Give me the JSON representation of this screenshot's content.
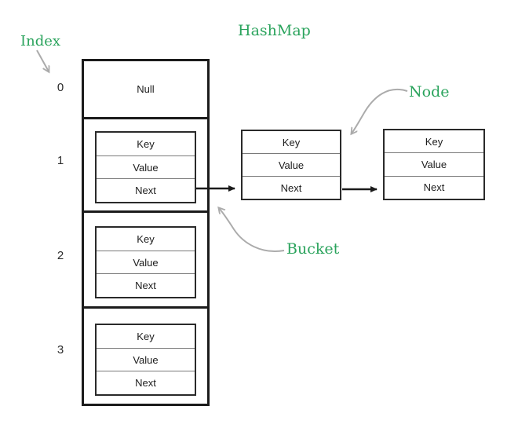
{
  "title": "HashMap",
  "labels": {
    "index": "Index",
    "node": "Node",
    "bucket": "Bucket"
  },
  "colors": {
    "accent_green": "#2aa35c",
    "arrow_gray": "#ababab",
    "line_black": "#1b1b1b"
  },
  "buckets": [
    {
      "index": "0",
      "type": "empty",
      "content": "Null"
    },
    {
      "index": "1",
      "type": "node",
      "rows": [
        "Key",
        "Value",
        "Next"
      ]
    },
    {
      "index": "2",
      "type": "node",
      "rows": [
        "Key",
        "Value",
        "Next"
      ]
    },
    {
      "index": "3",
      "type": "node",
      "rows": [
        "Key",
        "Value",
        "Next"
      ]
    }
  ],
  "chain_nodes": [
    {
      "rows": [
        "Key",
        "Value",
        "Next"
      ]
    },
    {
      "rows": [
        "Key",
        "Value",
        "Next"
      ]
    }
  ],
  "icons": {
    "index_arrow": "straight-arrow-down-right",
    "node_arrow": "curved-arrow-to-node",
    "bucket_arrow": "curved-arrow-to-bucket",
    "link_arrow_1": "arrow-right",
    "link_arrow_2": "arrow-right"
  }
}
